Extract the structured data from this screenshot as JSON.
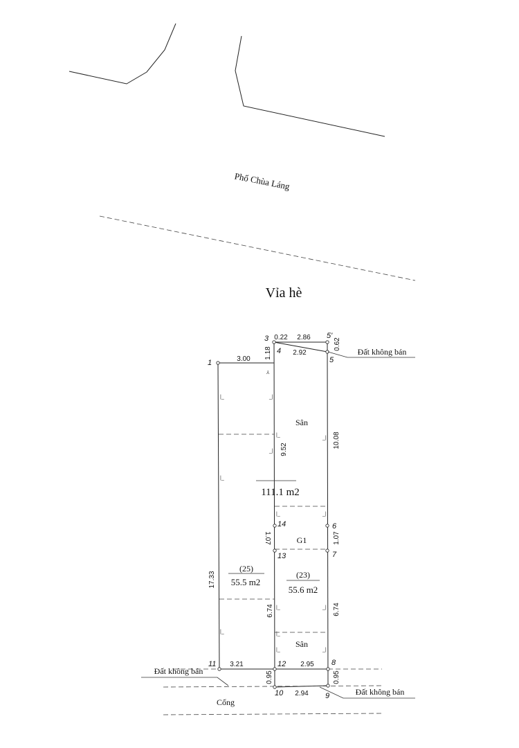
{
  "labels": {
    "street": "Phố Chùa Láng",
    "sidewalk": "Vỉa hè",
    "drain": "Cống",
    "not_for_sale_top": "Đất không bán",
    "not_for_sale_bottom_left": "Đất không bán",
    "not_for_sale_bottom_right": "Đất không bán",
    "yard_top": "Sân",
    "yard_bottom": "Sân",
    "g1": "G1",
    "total_area": "111.1 m2",
    "lot_left_number": "(25)",
    "lot_left_area": "55.5 m2",
    "lot_right_number": "(23)",
    "lot_right_area": "55.6 m2"
  },
  "points": {
    "p1": "1",
    "p3": "3",
    "p4": "4",
    "p5p": "5'",
    "p5": "5",
    "p6": "6",
    "p7": "7",
    "p8": "8",
    "p9": "9",
    "p10": "10",
    "p11": "11",
    "p12": "12",
    "p13": "13",
    "p14": "14"
  },
  "dimensions": {
    "d_0_22": "0.22",
    "d_2_86": "2.86",
    "d_0_62": "0.62",
    "d_2_92": "2.92",
    "d_1_18": "1.18",
    "d_3_00": "3.00",
    "d_9_52": "9.52",
    "d_10_08": "10.08",
    "d_1_07_left": "1.07",
    "d_1_07_right": "1.07",
    "d_17_33": "17.33",
    "d_6_74_left": "6.74",
    "d_6_74_right": "6.74",
    "d_3_21": "3.21",
    "d_2_95": "2.95",
    "d_0_95_left": "0.95",
    "d_0_95_right": "0.95",
    "d_2_94": "2.94"
  }
}
